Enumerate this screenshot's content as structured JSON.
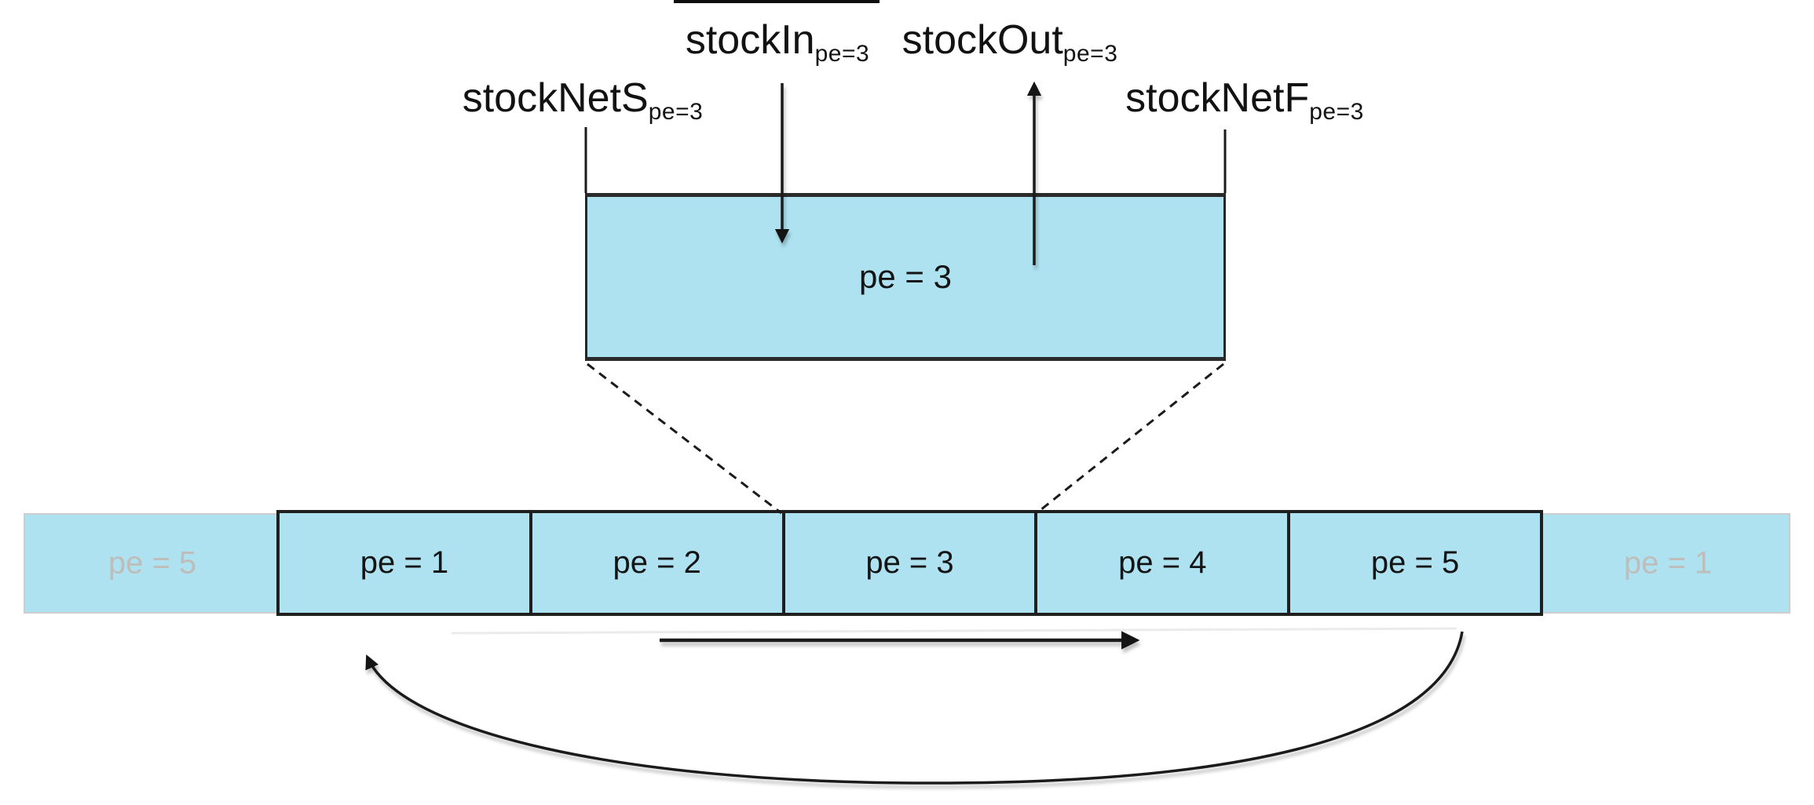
{
  "diagram": {
    "background": "#FFFFFF",
    "colors": {
      "box_fill": "#AEE2F1",
      "box_border": "#1F1F1F",
      "detail_border": "#2B2B2B",
      "faded_strip_border": "#CDCDCD",
      "faded_text": "#BFBDBA",
      "text": "#141414",
      "line": "#1B1B1B"
    },
    "detail_box": {
      "label": "pe = 3"
    },
    "flow_labels": {
      "stock_net_s": {
        "main": "stockNetS",
        "sub": "pe=3"
      },
      "stock_in": {
        "main": "stockIn",
        "sub": "pe=3"
      },
      "stock_out": {
        "main": "stockOut",
        "sub": "pe=3"
      },
      "stock_net_f": {
        "main": "stockNetF",
        "sub": "pe=3"
      }
    },
    "timeline": {
      "periods": [
        "pe = 1",
        "pe = 2",
        "pe = 3",
        "pe = 4",
        "pe = 5"
      ],
      "wrap_left_label": "pe = 5",
      "wrap_right_label": "pe = 1"
    }
  }
}
